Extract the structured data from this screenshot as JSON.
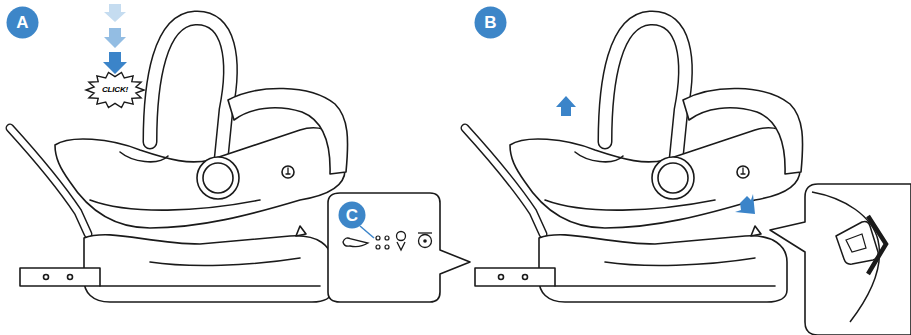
{
  "diagram": {
    "nodes": [
      {
        "text": [
          "A"
        ]
      },
      {
        "text": [
          "CLICK!"
        ]
      },
      {
        "text": [
          "C"
        ]
      },
      {
        "text": [
          "B"
        ]
      }
    ]
  }
}
